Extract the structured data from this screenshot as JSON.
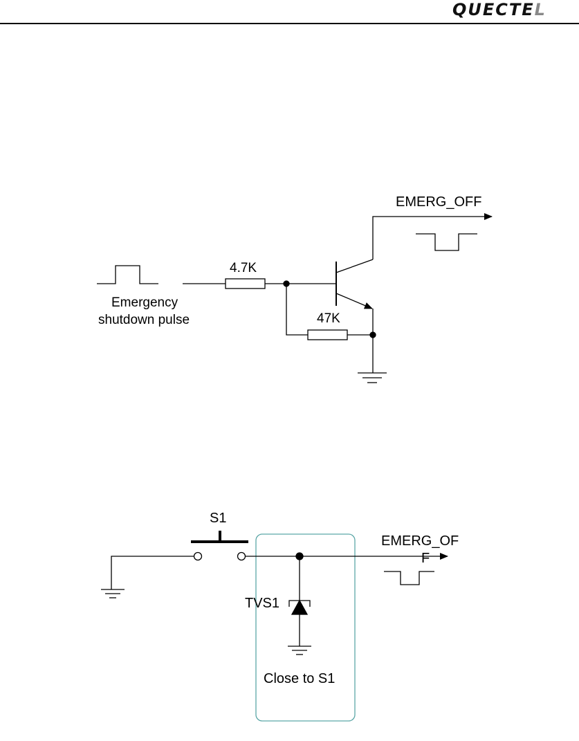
{
  "header": {
    "logo_text": "QUECTE",
    "logo_last": "L",
    "accent_color": "#888888"
  },
  "circuit1": {
    "output_label": "EMERG_OFF",
    "r1_label": "4.7K",
    "r2_label": "47K",
    "input_label_line1": "Emergency",
    "input_label_line2": "shutdown pulse"
  },
  "circuit2": {
    "switch_label": "S1",
    "output_label_line1": "EMERG_OF",
    "output_label_line2": "F",
    "tvs_label": "TVS1",
    "note_label": "Close to S1",
    "box_color": "#5aa6a6"
  }
}
